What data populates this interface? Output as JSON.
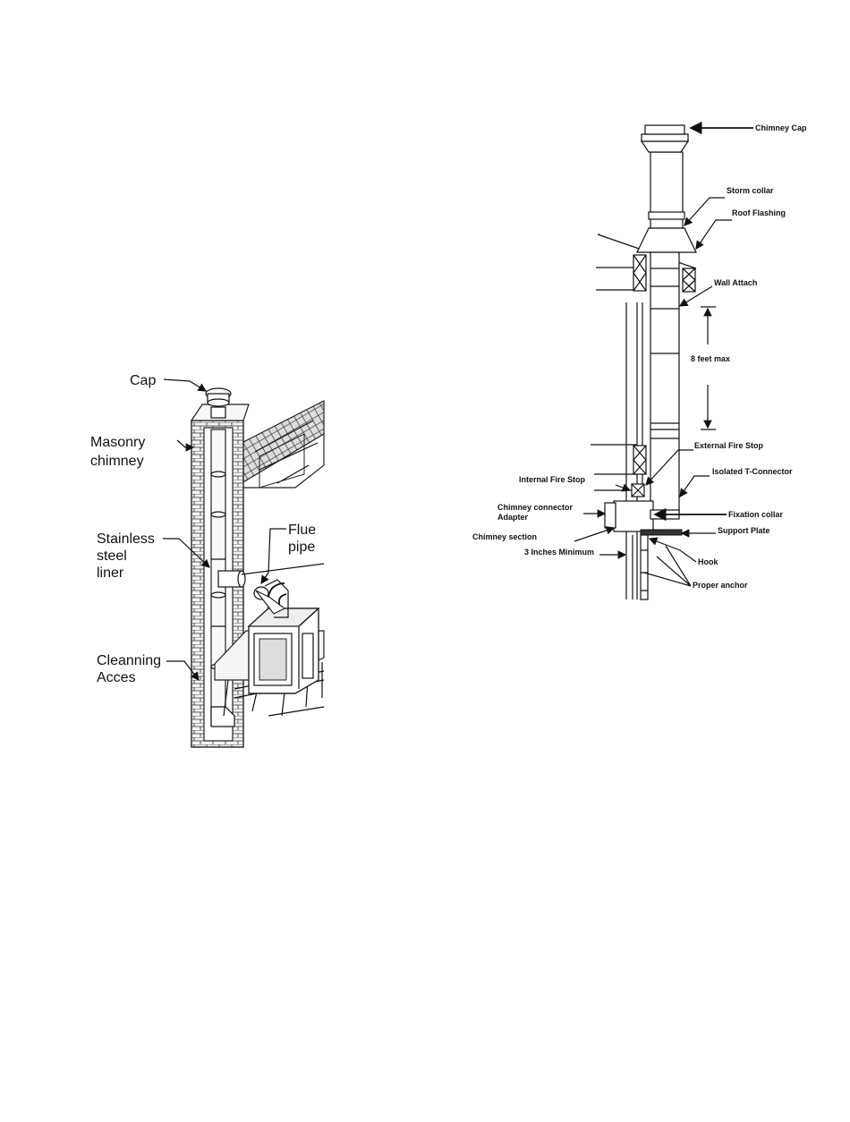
{
  "left_diagram": {
    "labels": {
      "cap": "Cap",
      "masonry_line1": "Masonry",
      "masonry_line2": "chimney",
      "stainless_line1": "Stainless",
      "stainless_line2": "steel",
      "stainless_line3": "liner",
      "flue_line1": "Flue",
      "flue_line2": "pipe",
      "cleaning_line1": "Cleanning",
      "cleaning_line2": "Acces"
    }
  },
  "right_diagram": {
    "labels": {
      "chimney_cap": "Chimney Cap",
      "storm_collar": "Storm collar",
      "roof_flashing": "Roof Flashing",
      "wall_attach": "Wall Attach",
      "eight_feet": "8 feet max",
      "external_fire_stop": "External Fire Stop",
      "isolated_t": "Isolated T-Connector",
      "internal_fire_stop": "Internal Fire Stop",
      "adapter_line1": "Chimney connector",
      "adapter_line2": "Adapter",
      "fixation_collar": "Fixation collar",
      "support_plate": "Support Plate",
      "chimney_section": "Chimney section",
      "three_inches": "3 Inches Minimum",
      "hook": "Hook",
      "proper_anchor": "Proper anchor"
    }
  }
}
